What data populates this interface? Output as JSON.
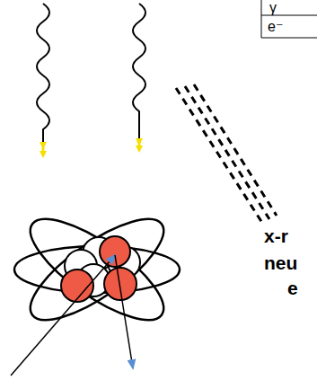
{
  "diagram": {
    "labels": [
      "γ",
      "e⁻",
      "x-r",
      "neu",
      "e"
    ]
  }
}
